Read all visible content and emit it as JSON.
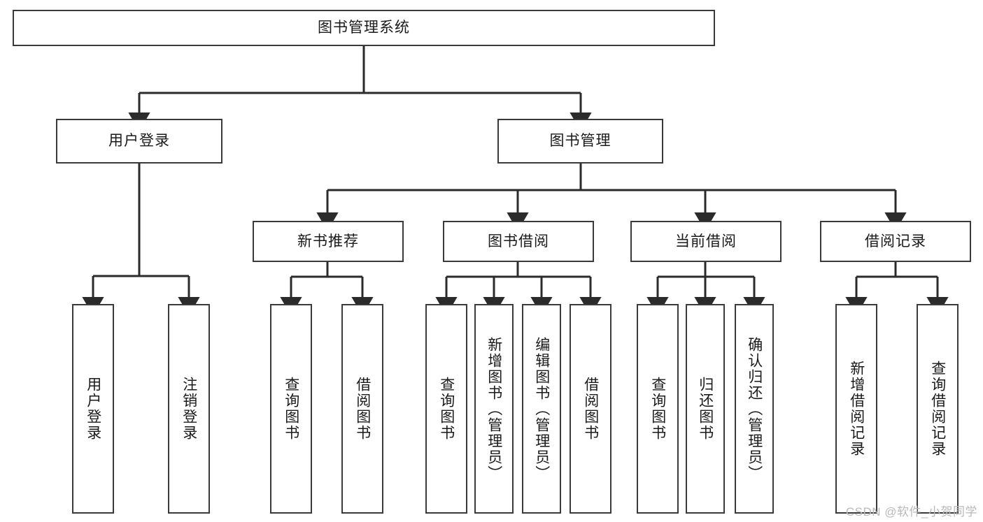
{
  "diagram": {
    "title": "图书管理系统",
    "type": "tree-hierarchy-diagram",
    "watermark": "CSDN @软件_小贺同学",
    "colors": {
      "border": "#3a3a3a",
      "background": "#ffffff",
      "text": "#1a1a1a",
      "edge": "#2b2b2b",
      "watermark": "#b9b9b9"
    },
    "root": {
      "label": "图书管理系统"
    },
    "level2": [
      {
        "label": "用户登录"
      },
      {
        "label": "图书管理"
      }
    ],
    "level3": [
      {
        "label": "新书推荐"
      },
      {
        "label": "图书借阅"
      },
      {
        "label": "当前借阅"
      },
      {
        "label": "借阅记录"
      }
    ],
    "leaves": {
      "user_login": [
        {
          "label": "用户登录"
        },
        {
          "label": "注销登录"
        }
      ],
      "new_book_recommend": [
        {
          "label": "查询图书"
        },
        {
          "label": "借阅图书"
        }
      ],
      "book_borrow": [
        {
          "label": "查询图书"
        },
        {
          "label": "新增图书（管理员）"
        },
        {
          "label": "编辑图书（管理员）"
        },
        {
          "label": "借阅图书"
        }
      ],
      "current_borrow": [
        {
          "label": "查询图书"
        },
        {
          "label": "归还图书"
        },
        {
          "label": "确认归还（管理员）"
        }
      ],
      "borrow_record": [
        {
          "label": "新增借阅记录"
        },
        {
          "label": "查询借阅记录"
        }
      ]
    }
  }
}
